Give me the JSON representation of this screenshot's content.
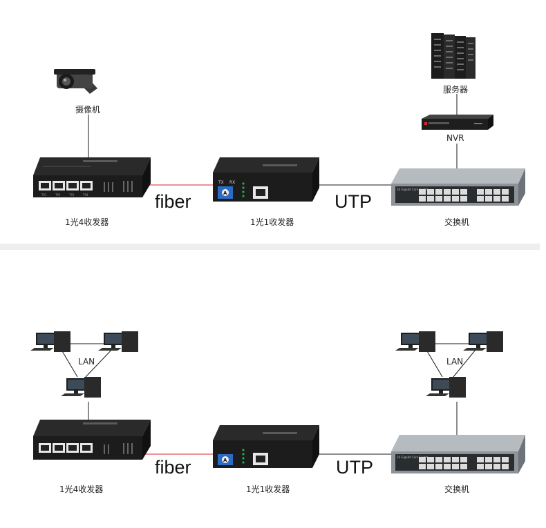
{
  "top": {
    "camera_label": "摄像机",
    "server_label": "服务器",
    "nvr_label": "NVR",
    "media_4port_label": "1光4收发器",
    "media_1port_label": "1光1收发器",
    "switch_label": "交换机",
    "fiber_label": "fiber",
    "utp_label": "UTP"
  },
  "bottom": {
    "lan_left_label": "LAN",
    "lan_right_label": "LAN",
    "media_4port_label": "1光4收发器",
    "media_1port_label": "1光1收发器",
    "switch_label": "交换机",
    "fiber_label": "fiber",
    "utp_label": "UTP"
  },
  "device_text": {
    "port_labels": [
      "TP1",
      "TP2",
      "TP3",
      "TP4"
    ],
    "tx_label": "TX",
    "rx_label": "RX",
    "fiber_port_mark": "A",
    "switch_model": "16 Gigabit Core Switch"
  },
  "colors": {
    "fiber_line": "#d9262c",
    "link_line": "#1a1a1a",
    "device_body": "#1c1c1c",
    "switch_body": "#9aa0a6"
  }
}
